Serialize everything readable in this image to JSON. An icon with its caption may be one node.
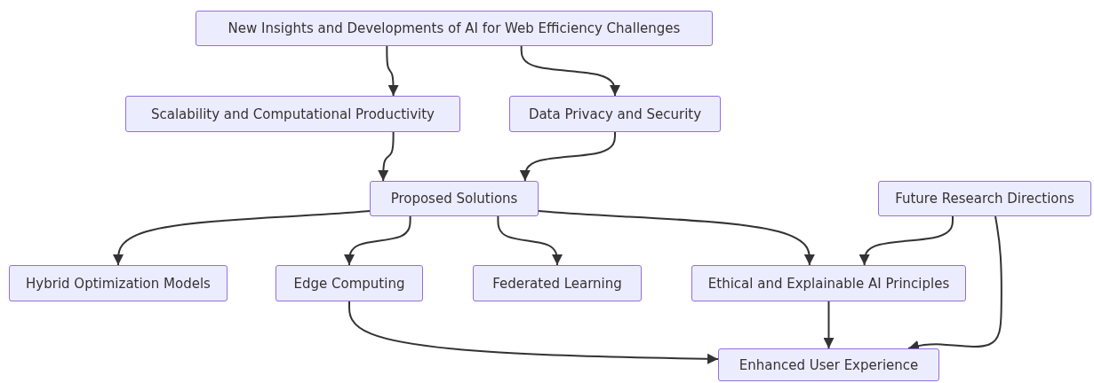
{
  "diagram": {
    "nodes": [
      {
        "text": [
          "New Insights and Developments of AI for Web Efficiency Challenges"
        ]
      },
      {
        "text": [
          "Scalability and Computational Productivity"
        ]
      },
      {
        "text": [
          "Data Privacy and Security"
        ]
      },
      {
        "text": [
          "Proposed Solutions"
        ]
      },
      {
        "text": [
          "Future Research Directions"
        ]
      },
      {
        "text": [
          "Hybrid Optimization Models"
        ]
      },
      {
        "text": [
          "Edge Computing"
        ]
      },
      {
        "text": [
          "Federated Learning"
        ]
      },
      {
        "text": [
          "Ethical and Explainable AI Principles"
        ]
      },
      {
        "text": [
          "Enhanced User Experience"
        ]
      }
    ],
    "edges": [
      {
        "from": 0,
        "to": 1,
        "arrow": "to"
      },
      {
        "from": 0,
        "to": 2,
        "arrow": "to"
      },
      {
        "from": 1,
        "to": 3,
        "arrow": "to"
      },
      {
        "from": 2,
        "to": 3,
        "arrow": "to"
      },
      {
        "from": 3,
        "to": 5,
        "arrow": "to"
      },
      {
        "from": 3,
        "to": 6,
        "arrow": "to"
      },
      {
        "from": 3,
        "to": 7,
        "arrow": "to"
      },
      {
        "from": 3,
        "to": 8,
        "arrow": "to"
      },
      {
        "from": 4,
        "to": 8,
        "arrow": "to"
      },
      {
        "from": 4,
        "to": 9,
        "arrow": "to"
      },
      {
        "from": 6,
        "to": 9,
        "arrow": "to"
      },
      {
        "from": 8,
        "to": 9,
        "arrow": "to"
      }
    ]
  }
}
